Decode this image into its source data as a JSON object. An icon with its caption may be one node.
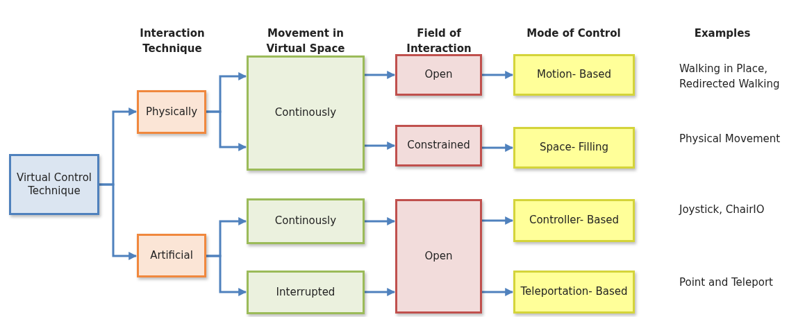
{
  "diagram": {
    "nodes": [
      {
        "text": [
          "Virtual Control Technique"
        ]
      },
      {
        "text": [
          "Physically"
        ]
      },
      {
        "text": [
          "Artificial"
        ]
      },
      {
        "text": [
          "Continously"
        ]
      },
      {
        "text": [
          "Continously"
        ]
      },
      {
        "text": [
          "Interrupted"
        ]
      },
      {
        "text": [
          "Open"
        ]
      },
      {
        "text": [
          "Constrained"
        ]
      },
      {
        "text": [
          "Open"
        ]
      },
      {
        "text": [
          "Motion- Based"
        ]
      },
      {
        "text": [
          "Space- Filling"
        ]
      },
      {
        "text": [
          "Controller- Based"
        ]
      },
      {
        "text": [
          "Teleportation- Based"
        ]
      }
    ],
    "edges": [
      {
        "from": 0,
        "to": 1,
        "arrow": "to"
      },
      {
        "from": 0,
        "to": 2,
        "arrow": "to"
      },
      {
        "from": 1,
        "to": 3,
        "arrow": "to"
      },
      {
        "from": 1,
        "to": 3,
        "arrow": "to"
      },
      {
        "from": 2,
        "to": 4,
        "arrow": "to"
      },
      {
        "from": 2,
        "to": 5,
        "arrow": "to"
      },
      {
        "from": 3,
        "to": 6,
        "arrow": "to"
      },
      {
        "from": 3,
        "to": 7,
        "arrow": "to"
      },
      {
        "from": 4,
        "to": 8,
        "arrow": "to"
      },
      {
        "from": 5,
        "to": 8,
        "arrow": "to"
      },
      {
        "from": 6,
        "to": 9,
        "arrow": "to"
      },
      {
        "from": 7,
        "to": 10,
        "arrow": "to"
      },
      {
        "from": 8,
        "to": 11,
        "arrow": "to"
      },
      {
        "from": 8,
        "to": 12,
        "arrow": "to"
      }
    ],
    "labels": [
      "Interaction Technique",
      "Movement in Virtual Space",
      "Field of Interaction",
      "Mode of Control",
      "Examples",
      "Walking in Place, Redirected Walking",
      "Physical Movement",
      "Joystick, ChairIO",
      "Point and Teleport"
    ]
  }
}
